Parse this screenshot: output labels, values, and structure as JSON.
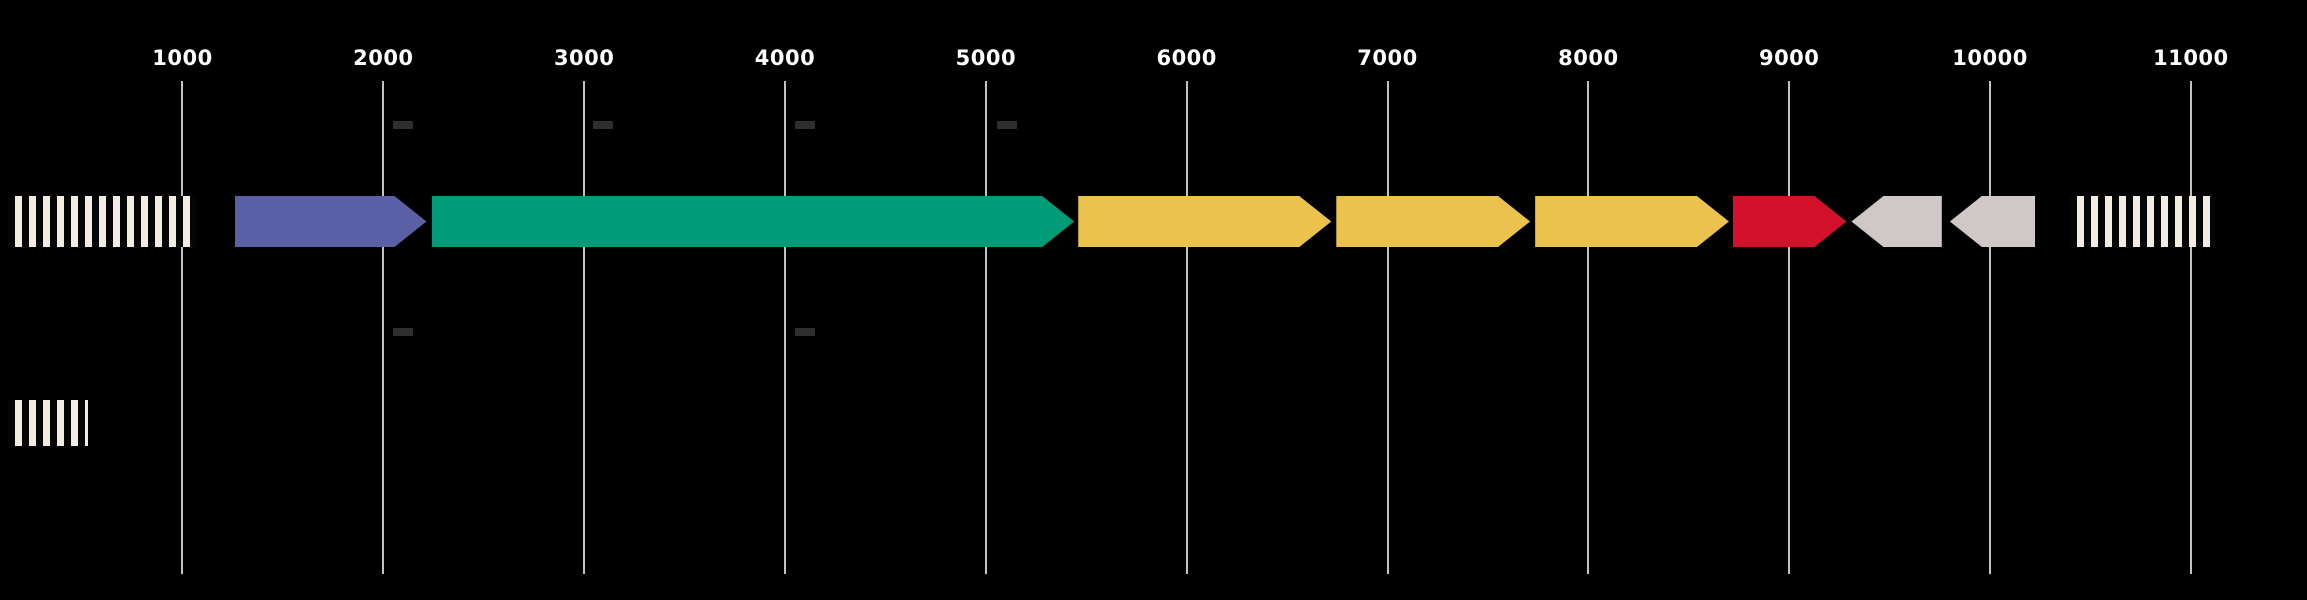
{
  "figure": {
    "type": "gene-cluster-map",
    "background_color": "#000000",
    "axis": {
      "unit": "bp",
      "gridline_color": "#c2c2c2",
      "label_color": "#ffffff",
      "ticks": [
        {
          "value": 1000,
          "label": "1000"
        },
        {
          "value": 2000,
          "label": "2000"
        },
        {
          "value": 3000,
          "label": "3000"
        },
        {
          "value": 4000,
          "label": "4000"
        },
        {
          "value": 5000,
          "label": "5000"
        },
        {
          "value": 6000,
          "label": "6000"
        },
        {
          "value": 7000,
          "label": "7000"
        },
        {
          "value": 8000,
          "label": "8000"
        },
        {
          "value": 9000,
          "label": "9000"
        },
        {
          "value": 10000,
          "label": "10000"
        },
        {
          "value": 11000,
          "label": "11000"
        }
      ]
    },
    "colors": {
      "purple_gene": "#5a5fa6",
      "teal_gene": "#009b77",
      "yellow_gene": "#eac24d",
      "red_gene": "#d2112b",
      "gray_gene": "#cfc8c6",
      "hatch_light": "#f2ece2",
      "hatch_dark": "#050505"
    },
    "tracks": [
      {
        "name": "track-1",
        "features": [
          {
            "kind": "contig-edge",
            "pattern": "hatch",
            "shape": "rect",
            "start": 130,
            "end": 1065,
            "strand": "none",
            "color": "#f2ece2"
          },
          {
            "kind": "gene",
            "pattern": "solid",
            "shape": "arrow",
            "start": 1260,
            "end": 2215,
            "strand": "+",
            "color": "#5a5fa6"
          },
          {
            "kind": "gene",
            "pattern": "solid",
            "shape": "arrow",
            "start": 2240,
            "end": 5440,
            "strand": "+",
            "color": "#009b77"
          },
          {
            "kind": "gene",
            "pattern": "solid",
            "shape": "arrow",
            "start": 5460,
            "end": 6720,
            "strand": "+",
            "color": "#eac24d"
          },
          {
            "kind": "gene",
            "pattern": "solid",
            "shape": "arrow",
            "start": 6745,
            "end": 7710,
            "strand": "+",
            "color": "#eac24d"
          },
          {
            "kind": "gene",
            "pattern": "solid",
            "shape": "arrow",
            "start": 7735,
            "end": 8700,
            "strand": "+",
            "color": "#eac24d"
          },
          {
            "kind": "gene",
            "pattern": "solid",
            "shape": "arrow",
            "start": 8720,
            "end": 9285,
            "strand": "+",
            "color": "#d2112b"
          },
          {
            "kind": "gene",
            "pattern": "solid",
            "shape": "arrow",
            "start": 9310,
            "end": 9760,
            "strand": "-",
            "color": "#cfc8c6"
          },
          {
            "kind": "gene",
            "pattern": "solid",
            "shape": "arrow",
            "start": 9800,
            "end": 10225,
            "strand": "-",
            "color": "#cfc8c6"
          },
          {
            "kind": "contig-edge",
            "pattern": "hatch",
            "shape": "rect",
            "start": 10400,
            "end": 11120,
            "strand": "none",
            "color": "#f2ece2"
          }
        ],
        "faint_label_marks_bp": [
          2100,
          3095,
          4100,
          5105
        ]
      },
      {
        "name": "track-2",
        "features": [
          {
            "kind": "contig-edge",
            "pattern": "hatch",
            "shape": "rect",
            "start": 130,
            "end": 530,
            "strand": "none",
            "color": "#f2ece2"
          }
        ],
        "faint_label_marks_bp": [
          2100,
          4100
        ]
      }
    ]
  }
}
